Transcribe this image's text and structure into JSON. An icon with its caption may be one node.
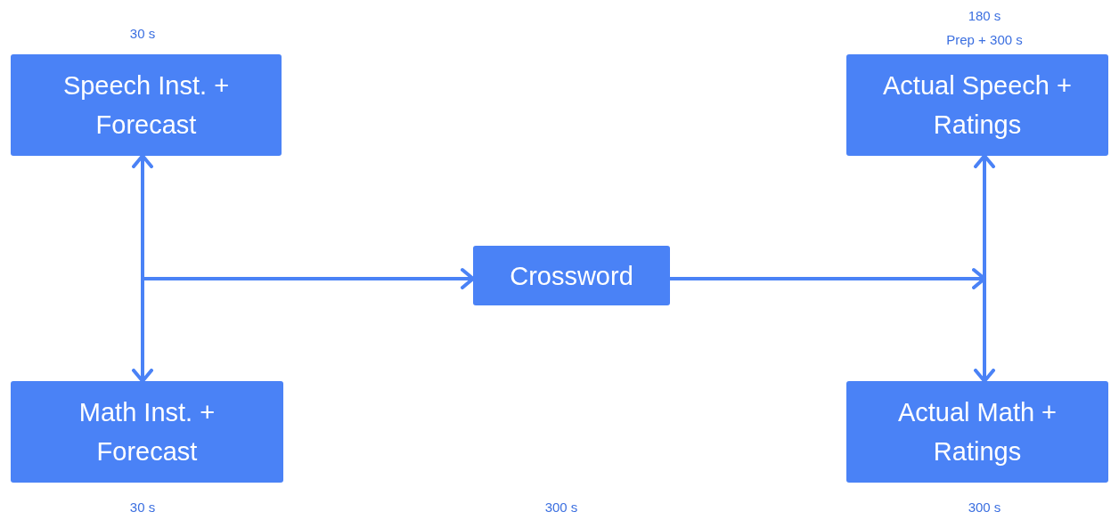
{
  "diagram": {
    "nodes": [
      {
        "text": [
          "Speech Inst. + Forecast"
        ],
        "beside": [
          "30 s"
        ]
      },
      {
        "text": [
          "Math Inst. + Forecast"
        ],
        "beside": [
          "30 s"
        ]
      },
      {
        "text": [
          "Crossword"
        ]
      },
      {
        "text": [
          "Actual Speech + Ratings"
        ],
        "beside": [
          "180 s",
          "Prep + 300 s"
        ]
      },
      {
        "text": [
          "Actual Math + Ratings"
        ],
        "beside": [
          "300 s"
        ]
      }
    ],
    "edges": [
      {
        "from": 0,
        "to": 1,
        "arrow": "both"
      },
      {
        "from": null,
        "to": 2,
        "arrow": "to"
      },
      {
        "from": 2,
        "to": null,
        "arrow": "to"
      },
      {
        "from": 3,
        "to": 4,
        "arrow": "both"
      }
    ],
    "labels": [
      "300 s"
    ]
  }
}
